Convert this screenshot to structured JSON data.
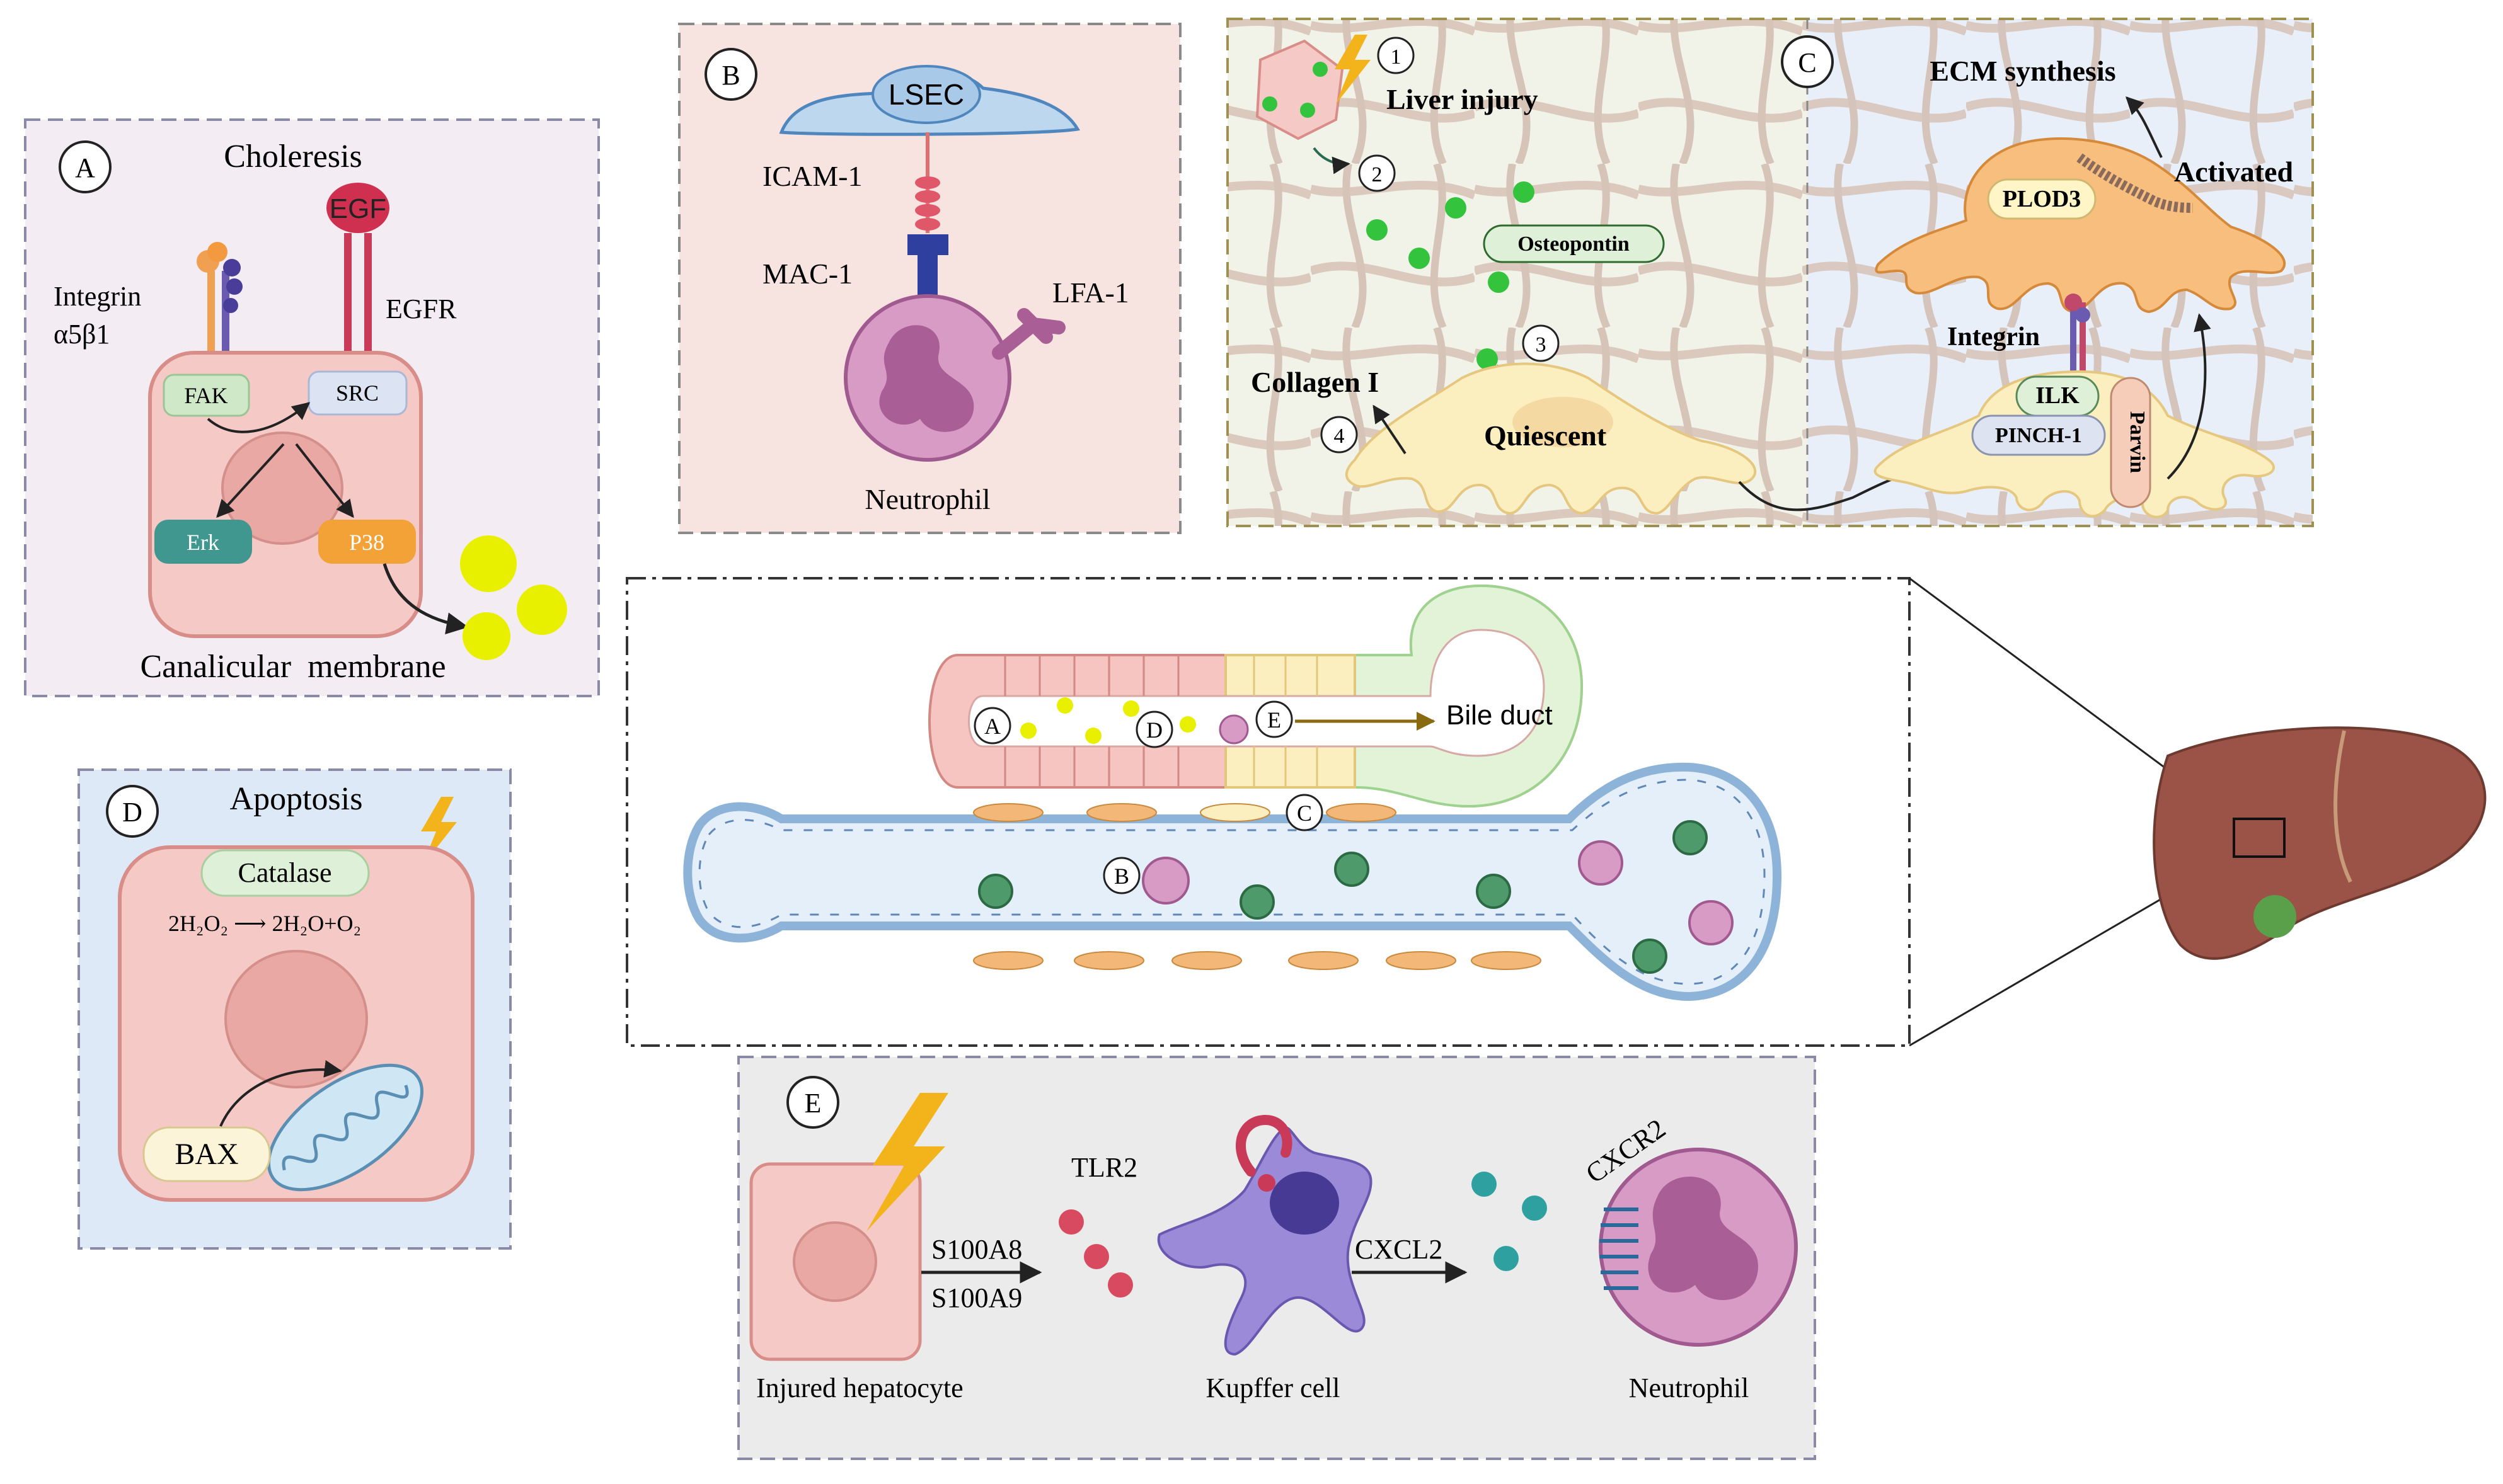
{
  "panel_a": {
    "badge": "A",
    "title": "Choleresis",
    "integrin": [
      "Integrin",
      "α5β1"
    ],
    "egf": "EGF",
    "egfr": "EGFR",
    "fak": "FAK",
    "src": "SRC",
    "erk": "Erk",
    "p38": "P38",
    "membrane": "Canalicular  membrane"
  },
  "panel_b": {
    "badge": "B",
    "lsec": "LSEC",
    "icam": "ICAM-1",
    "mac": "MAC-1",
    "lfa": "LFA-1",
    "neutrophil": "Neutrophil"
  },
  "panel_c": {
    "badge": "C",
    "steps": [
      "1",
      "2",
      "3",
      "4"
    ],
    "liver_injury": "Liver injury",
    "osteopontin": "Osteopontin",
    "collagen": "Collagen I",
    "quiescent": "Quiescent",
    "ecm": "ECM synthesis",
    "activated": "Activated",
    "plod3": "PLOD3",
    "integrin": "Integrin",
    "ilk": "ILK",
    "pinch": "PINCH-1",
    "parvin": "Parvin"
  },
  "panel_d": {
    "badge": "D",
    "title": "Apoptosis",
    "catalase": "Catalase",
    "reaction": "2H₂O₂ ⟶ 2H₂O+O₂",
    "bax": "BAX"
  },
  "panel_e": {
    "badge": "E",
    "tlr2": "TLR2",
    "s100a8": "S100A8",
    "s100a9": "S100A9",
    "cxcl2": "CXCL2",
    "cxcr2": "CXCR2",
    "hepatocyte": "Injured hepatocyte",
    "kupffer": "Kupffer cell",
    "neutrophil": "Neutrophil"
  },
  "center": {
    "markers": [
      "A",
      "D",
      "E",
      "C",
      "B"
    ],
    "bile_duct": "Bile duct"
  },
  "colors": {
    "panel_a_bg": "#f3ecf3",
    "panel_b_bg": "#f7e3e0",
    "panel_c_left_bg": "#f1f3e8",
    "panel_c_right_bg": "#e8eff8",
    "panel_d_bg": "#dde9f6",
    "panel_e_bg": "#ebebeb",
    "cell_pink": "#f4c9c6",
    "cell_border": "#d98d88",
    "yellow_dot": "#e8f000",
    "green_dot": "#33c33d",
    "liver": "#9b5347"
  }
}
